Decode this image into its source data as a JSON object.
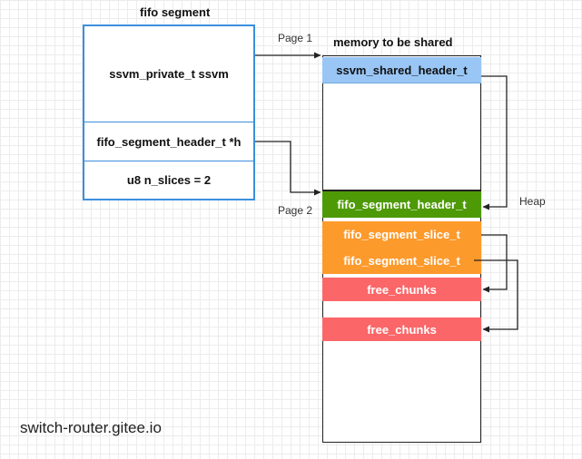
{
  "fifo_segment": {
    "title": "fifo segment",
    "rows": [
      "ssvm_private_t ssvm",
      "fifo_segment_header_t *h",
      "u8 n_slices = 2"
    ]
  },
  "memory": {
    "title": "memory to be shared",
    "blocks": {
      "shared_header": "ssvm_shared_header_t",
      "segment_header": "fifo_segment_header_t",
      "slice_1": "fifo_segment_slice_t",
      "slice_2": "fifo_segment_slice_t",
      "free_chunks_1": "free_chunks",
      "free_chunks_2": "free_chunks"
    }
  },
  "labels": {
    "page1": "Page 1",
    "page2": "Page 2",
    "heap": "Heap"
  },
  "watermark": "switch-router.gitee.io",
  "colors": {
    "fifo_border": "#3b8fdc",
    "shared_header": "#99c6f5",
    "segment_header": "#4e9a06",
    "slice": "#fd9a2c",
    "free_chunks": "#fb6668"
  }
}
